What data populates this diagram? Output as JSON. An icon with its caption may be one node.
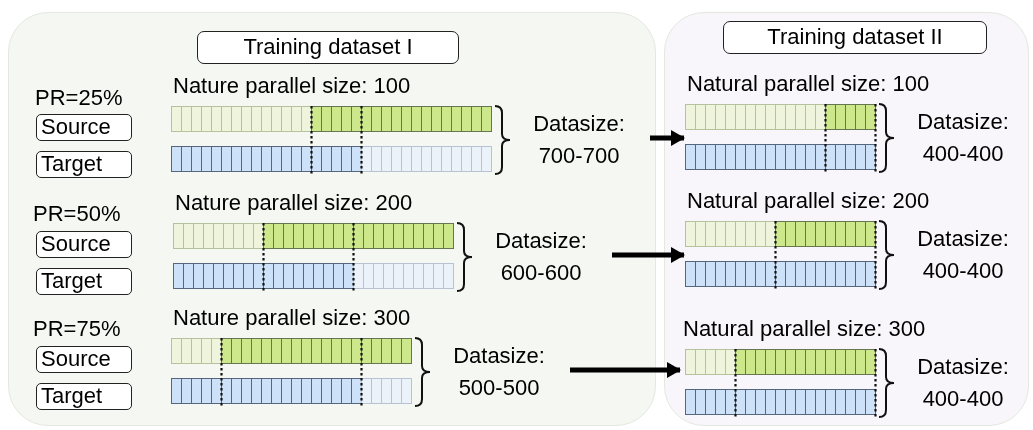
{
  "diagram": {
    "nodes": [
      {
        "text": [
          "Training dataset I"
        ]
      },
      {
        "text": [
          "Source"
        ],
        "in": 0
      },
      {
        "text": [
          "Target"
        ],
        "in": 0
      },
      {
        "text": [
          "Nature parallel size: 100"
        ],
        "beside": [
          "Datasize: 700-700"
        ],
        "in": 0
      },
      {
        "text": [
          "Source"
        ],
        "in": 0
      },
      {
        "text": [
          "Target"
        ],
        "in": 0
      },
      {
        "text": [
          "Nature parallel size: 200"
        ],
        "beside": [
          "Datasize: 600-600"
        ],
        "in": 0
      },
      {
        "text": [
          "Source"
        ],
        "in": 0
      },
      {
        "text": [
          "Target"
        ],
        "in": 0
      },
      {
        "text": [
          "Nature parallel size: 300"
        ],
        "beside": [
          "Datasize: 500-500"
        ],
        "in": 0
      },
      {
        "text": [
          "Training dataset II"
        ]
      },
      {
        "text": [
          "Natural parallel size: 100"
        ],
        "beside": [
          "Datasize: 400-400"
        ],
        "in": 10
      },
      {
        "text": [
          "Natural parallel size: 200"
        ],
        "beside": [
          "Datasize: 400-400"
        ],
        "in": 10
      },
      {
        "text": [
          "Natural parallel size: 300"
        ],
        "beside": [
          "Datasize: 400-400"
        ],
        "in": 10
      }
    ],
    "edges": [
      {
        "from": 3,
        "to": 11,
        "arrow": "to"
      },
      {
        "from": 6,
        "to": 12,
        "arrow": "to"
      },
      {
        "from": 9,
        "to": 13,
        "arrow": "to"
      }
    ],
    "labels": [
      "PR=25%",
      "PR=50%",
      "PR=75%"
    ]
  }
}
